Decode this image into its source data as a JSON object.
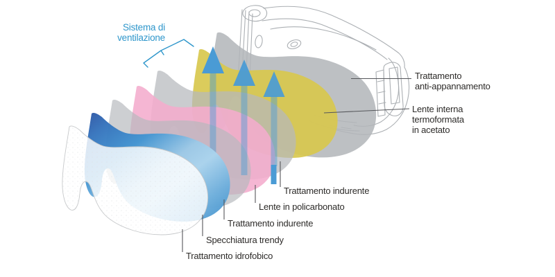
{
  "figure": {
    "kind": "exploded-view-goggle-lens-layers"
  },
  "ventilation_label": {
    "lines": [
      "Sistema di",
      "ventilazione"
    ]
  },
  "right_labels": [
    {
      "id": "anti-fog",
      "lines": [
        "Trattamento",
        "anti-appannamento"
      ]
    },
    {
      "id": "inner-lens",
      "lines": [
        "Lente interna",
        "termoformata",
        "in acetato"
      ]
    }
  ],
  "bottom_labels": [
    {
      "id": "hardening-outer",
      "text": "Trattamento indurente"
    },
    {
      "id": "polycarbonate-lens",
      "text": "Lente in policarbonato"
    },
    {
      "id": "hardening-inner",
      "text": "Trattamento indurente"
    },
    {
      "id": "mirror-coating",
      "text": "Specchiatura trendy"
    },
    {
      "id": "hydrophobic",
      "text": "Trattamento idrofobico"
    }
  ],
  "layers": [
    {
      "name": "trattamento-idrofobico",
      "color": "#ffffff"
    },
    {
      "name": "specchiatura-trendy",
      "color": "#3f93d0"
    },
    {
      "name": "trattamento-indurente-front",
      "color": "#b6b8bc"
    },
    {
      "name": "lente-in-policarbonato",
      "color": "#f4accd"
    },
    {
      "name": "trattamento-indurente-back",
      "color": "#b6b8bc"
    },
    {
      "name": "lente-interna-termoformata-acetato",
      "color": "#d8c84e"
    },
    {
      "name": "trattamento-anti-appannamento",
      "color": "#b2b5b9"
    }
  ],
  "colors": {
    "accent_blue": "#2e96cb",
    "arrow_blue": "#4a9bd5",
    "text": "#2d2b29",
    "leader_line": "#55565a",
    "frame_line": "#abafb3"
  }
}
